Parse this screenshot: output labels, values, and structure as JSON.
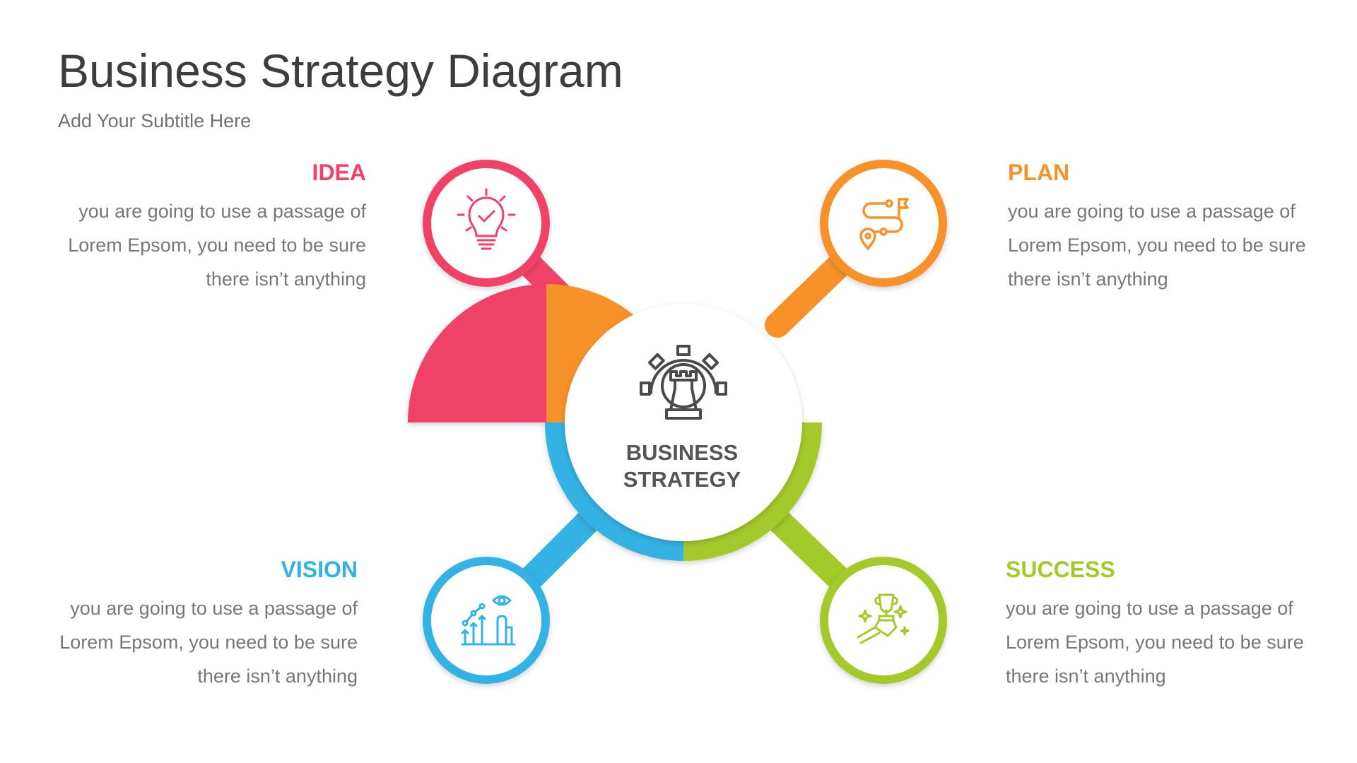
{
  "header": {
    "title": "Business Strategy Diagram",
    "subtitle": "Add Your Subtitle Here"
  },
  "center": {
    "line1": "BUSINESS",
    "line2": "STRATEGY",
    "icon": "chess-rook-gear-icon"
  },
  "nodes": [
    {
      "id": "idea",
      "title": "IDEA",
      "color": "#f04266",
      "icon": "lightbulb-check-icon",
      "lines": [
        "you are going to use a passage of",
        "Lorem Epsom, you need to be sure",
        "there isn’t anything"
      ]
    },
    {
      "id": "plan",
      "title": "PLAN",
      "color": "#f7922b",
      "icon": "route-flag-icon",
      "lines": [
        "you are going to use a passage of",
        "Lorem Epsom, you need to be sure",
        "there isn’t anything"
      ]
    },
    {
      "id": "vision",
      "title": "VISION",
      "color": "#34b2e4",
      "icon": "eye-growth-icon",
      "lines": [
        "you are going to use a passage of",
        "Lorem Epsom, you need to be sure",
        "there isn’t anything"
      ]
    },
    {
      "id": "success",
      "title": "SUCCESS",
      "color": "#a5c92a",
      "icon": "trophy-hand-icon",
      "lines": [
        "you are going to use a passage of",
        "Lorem Epsom, you need to be sure",
        "there isn’t anything"
      ]
    }
  ]
}
